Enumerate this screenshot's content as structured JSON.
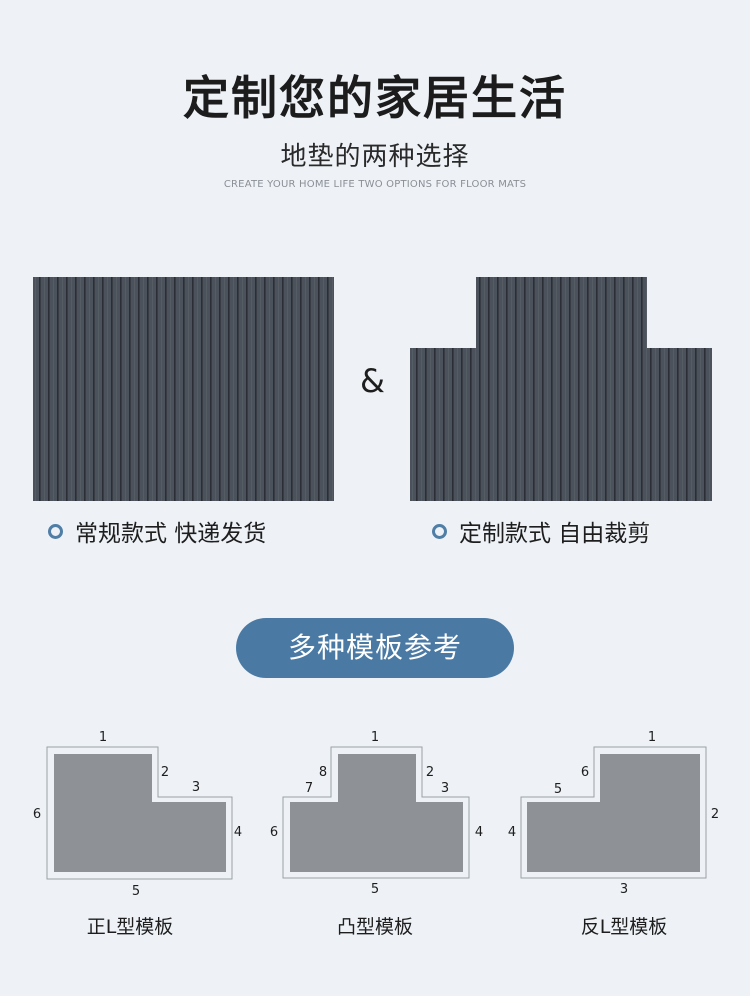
{
  "header": {
    "title": "定制您的家居生活",
    "subtitle": "地垫的两种选择",
    "subtitle_en": "CREATE YOUR HOME LIFE TWO OPTIONS FOR FLOOR MATS"
  },
  "options": {
    "connector": "&",
    "standard_label": "常规款式 快递发货",
    "custom_label": "定制款式 自由裁剪"
  },
  "templates_section": {
    "button_label": "多种模板参考",
    "templates": [
      {
        "name": "正L型模板",
        "edge_labels": [
          "1",
          "2",
          "3",
          "4",
          "5",
          "6"
        ]
      },
      {
        "name": "凸型模板",
        "edge_labels": [
          "1",
          "2",
          "3",
          "4",
          "5",
          "6",
          "7",
          "8"
        ]
      },
      {
        "name": "反L型模板",
        "edge_labels": [
          "1",
          "2",
          "3",
          "4",
          "5",
          "6"
        ]
      }
    ]
  },
  "colors": {
    "background": "#eef2f7",
    "accent": "#4a7aa4",
    "mat_fill": "#8e9296",
    "mat_photo": "#4a5058"
  }
}
